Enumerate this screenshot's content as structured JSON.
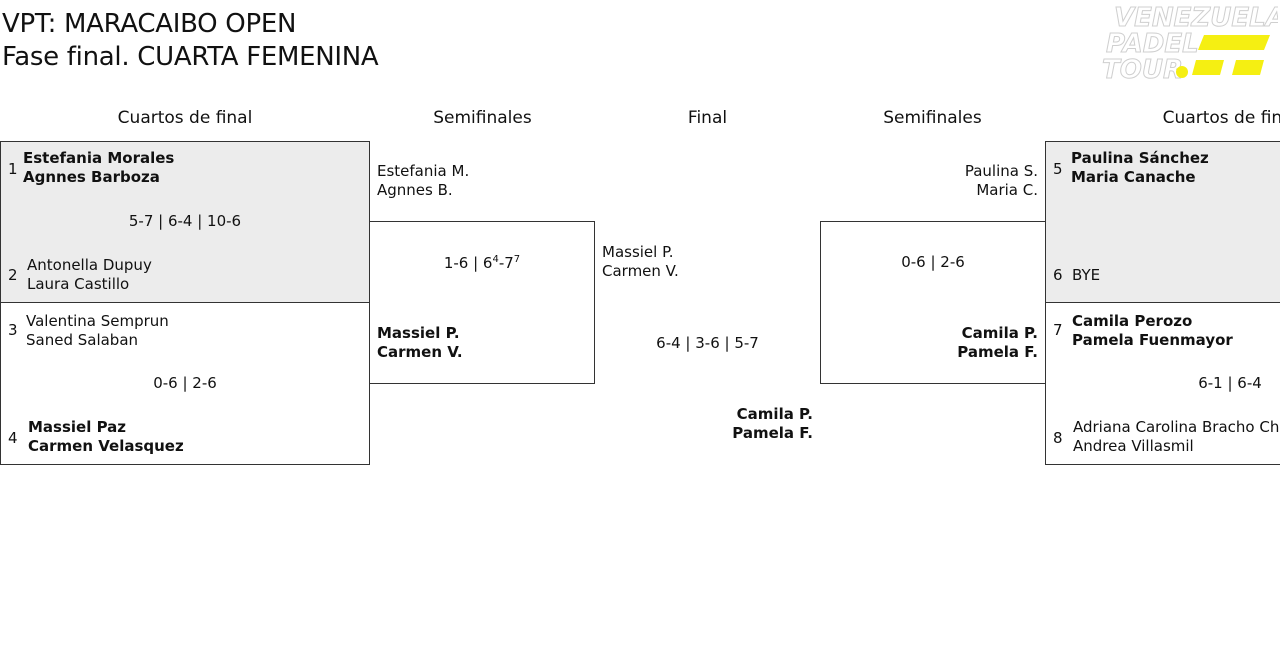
{
  "header": {
    "title_line1": "VPT: MARACAIBO OPEN",
    "title_line2": "Fase final. CUARTA FEMENINA"
  },
  "logo": {
    "text_lines": [
      "VENEZUELA",
      "PADEL",
      "TOUR"
    ],
    "accent": "#f5ef12"
  },
  "rounds": {
    "left_qf": "Cuartos de final",
    "left_sf": "Semifinales",
    "final": "Final",
    "right_sf": "Semifinales",
    "right_qf": "Cuartos de final"
  },
  "qf": [
    {
      "seed_a": "1",
      "a1": "Estefania Morales",
      "a2": "Agnnes Barboza",
      "seed_b": "2",
      "b1": "Antonella Dupuy",
      "b2": "Laura Castillo",
      "score": "5-7 | 6-4 | 10-6"
    },
    {
      "seed_a": "3",
      "a1": "Valentina Semprun",
      "a2": "Saned Salaban",
      "seed_b": "4",
      "b1": "Massiel Paz",
      "b2": "Carmen Velasquez",
      "score": "0-6 | 2-6"
    },
    {
      "seed_a": "5",
      "a1": "Paulina Sánchez",
      "a2": "Maria Canache",
      "seed_b": "6",
      "b1": "BYE"
    },
    {
      "seed_a": "7",
      "a1": "Camila Perozo",
      "a2": "Pamela Fuenmayor",
      "seed_b": "8",
      "b1": "Adriana Carolina Bracho Chi",
      "b2": "Andrea Villasmil",
      "score": "6-1 | 6-4"
    }
  ],
  "sf_left": {
    "top1": "Estefania M.",
    "top2": "Agnnes B.",
    "bot1": "Massiel P.",
    "bot2": "Carmen V.",
    "score_pre": "1-6 | 6",
    "score_sup1": "4",
    "score_mid": "-7",
    "score_sup2": "7"
  },
  "sf_right": {
    "top1": "Paulina S.",
    "top2": "Maria C.",
    "bot1": "Camila P.",
    "bot2": "Pamela F.",
    "score": "0-6 | 2-6"
  },
  "final": {
    "top1": "Massiel P.",
    "top2": "Carmen V.",
    "score": "6-4 | 3-6 | 5-7",
    "bot1": "Camila P.",
    "bot2": "Pamela F."
  }
}
